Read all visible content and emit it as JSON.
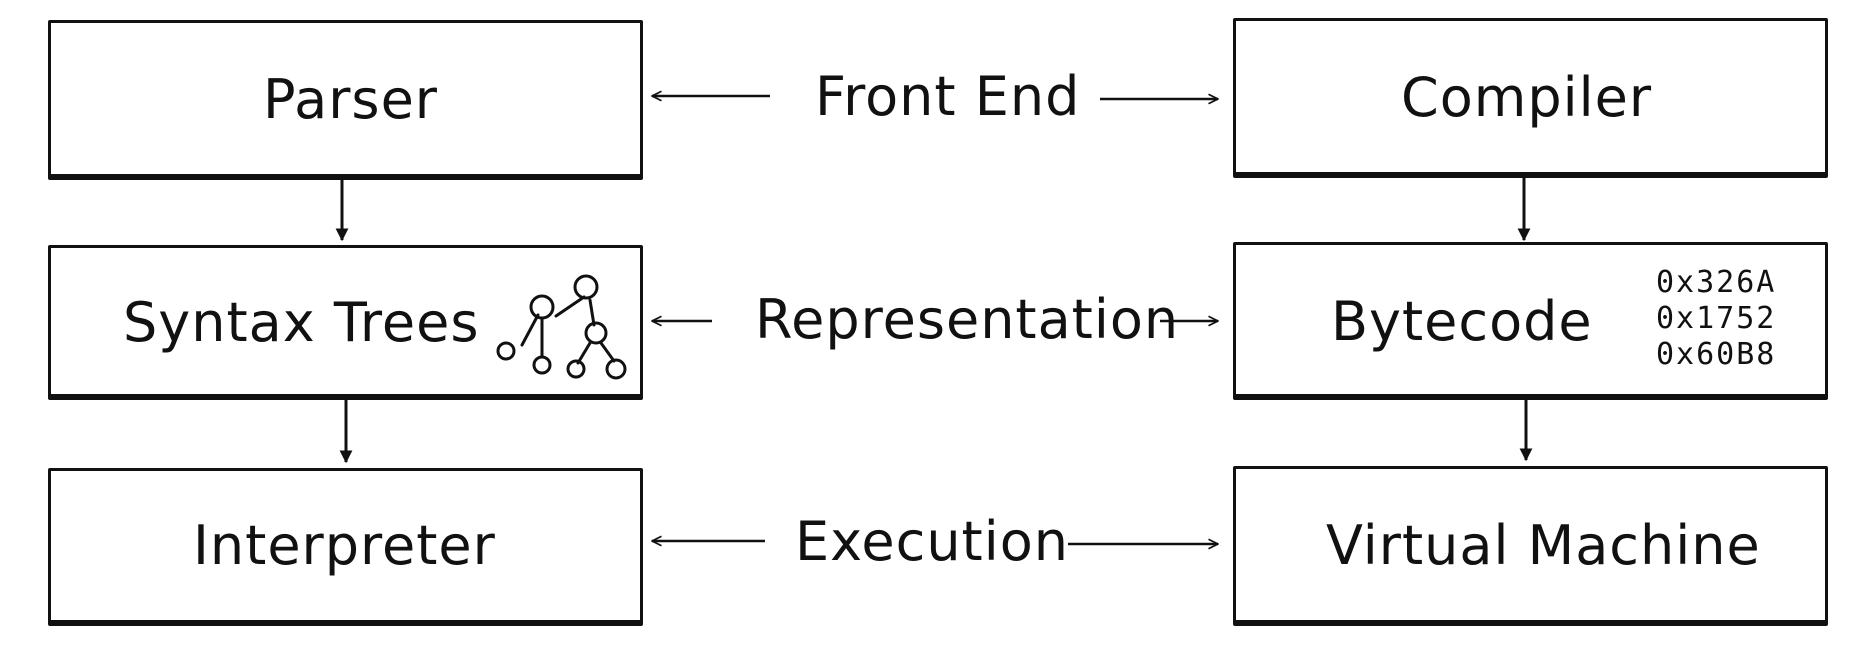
{
  "boxes": {
    "parser": "Parser",
    "compiler": "Compiler",
    "syntax_trees": "Syntax Trees",
    "bytecode": "Bytecode",
    "interpreter": "Interpreter",
    "virtual_machine": "Virtual Machine"
  },
  "middle_labels": {
    "front_end": "Front End",
    "representation": "Representation",
    "execution": "Execution"
  },
  "bytecode_values": [
    "0x326A",
    "0x1752",
    "0x60B8"
  ],
  "icons": {
    "syntax_tree": "tree-graph-icon"
  }
}
